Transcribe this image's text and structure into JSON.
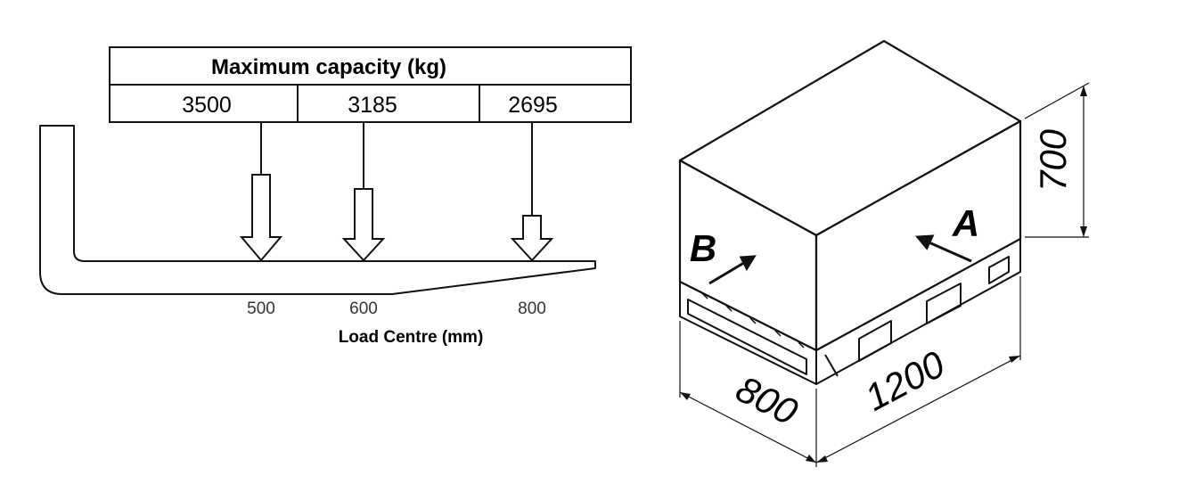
{
  "capacity_table": {
    "title": "Maximum capacity (kg)",
    "values": [
      "3500",
      "3185",
      "2695"
    ]
  },
  "load_centres": {
    "values": [
      "500",
      "600",
      "800"
    ],
    "axis_label": "Load Centre (mm)"
  },
  "pallet": {
    "height": "700",
    "length": "1200",
    "width": "800",
    "face_a": "A",
    "face_b": "B"
  },
  "colors": {
    "line": "#111111",
    "background": "#ffffff"
  }
}
